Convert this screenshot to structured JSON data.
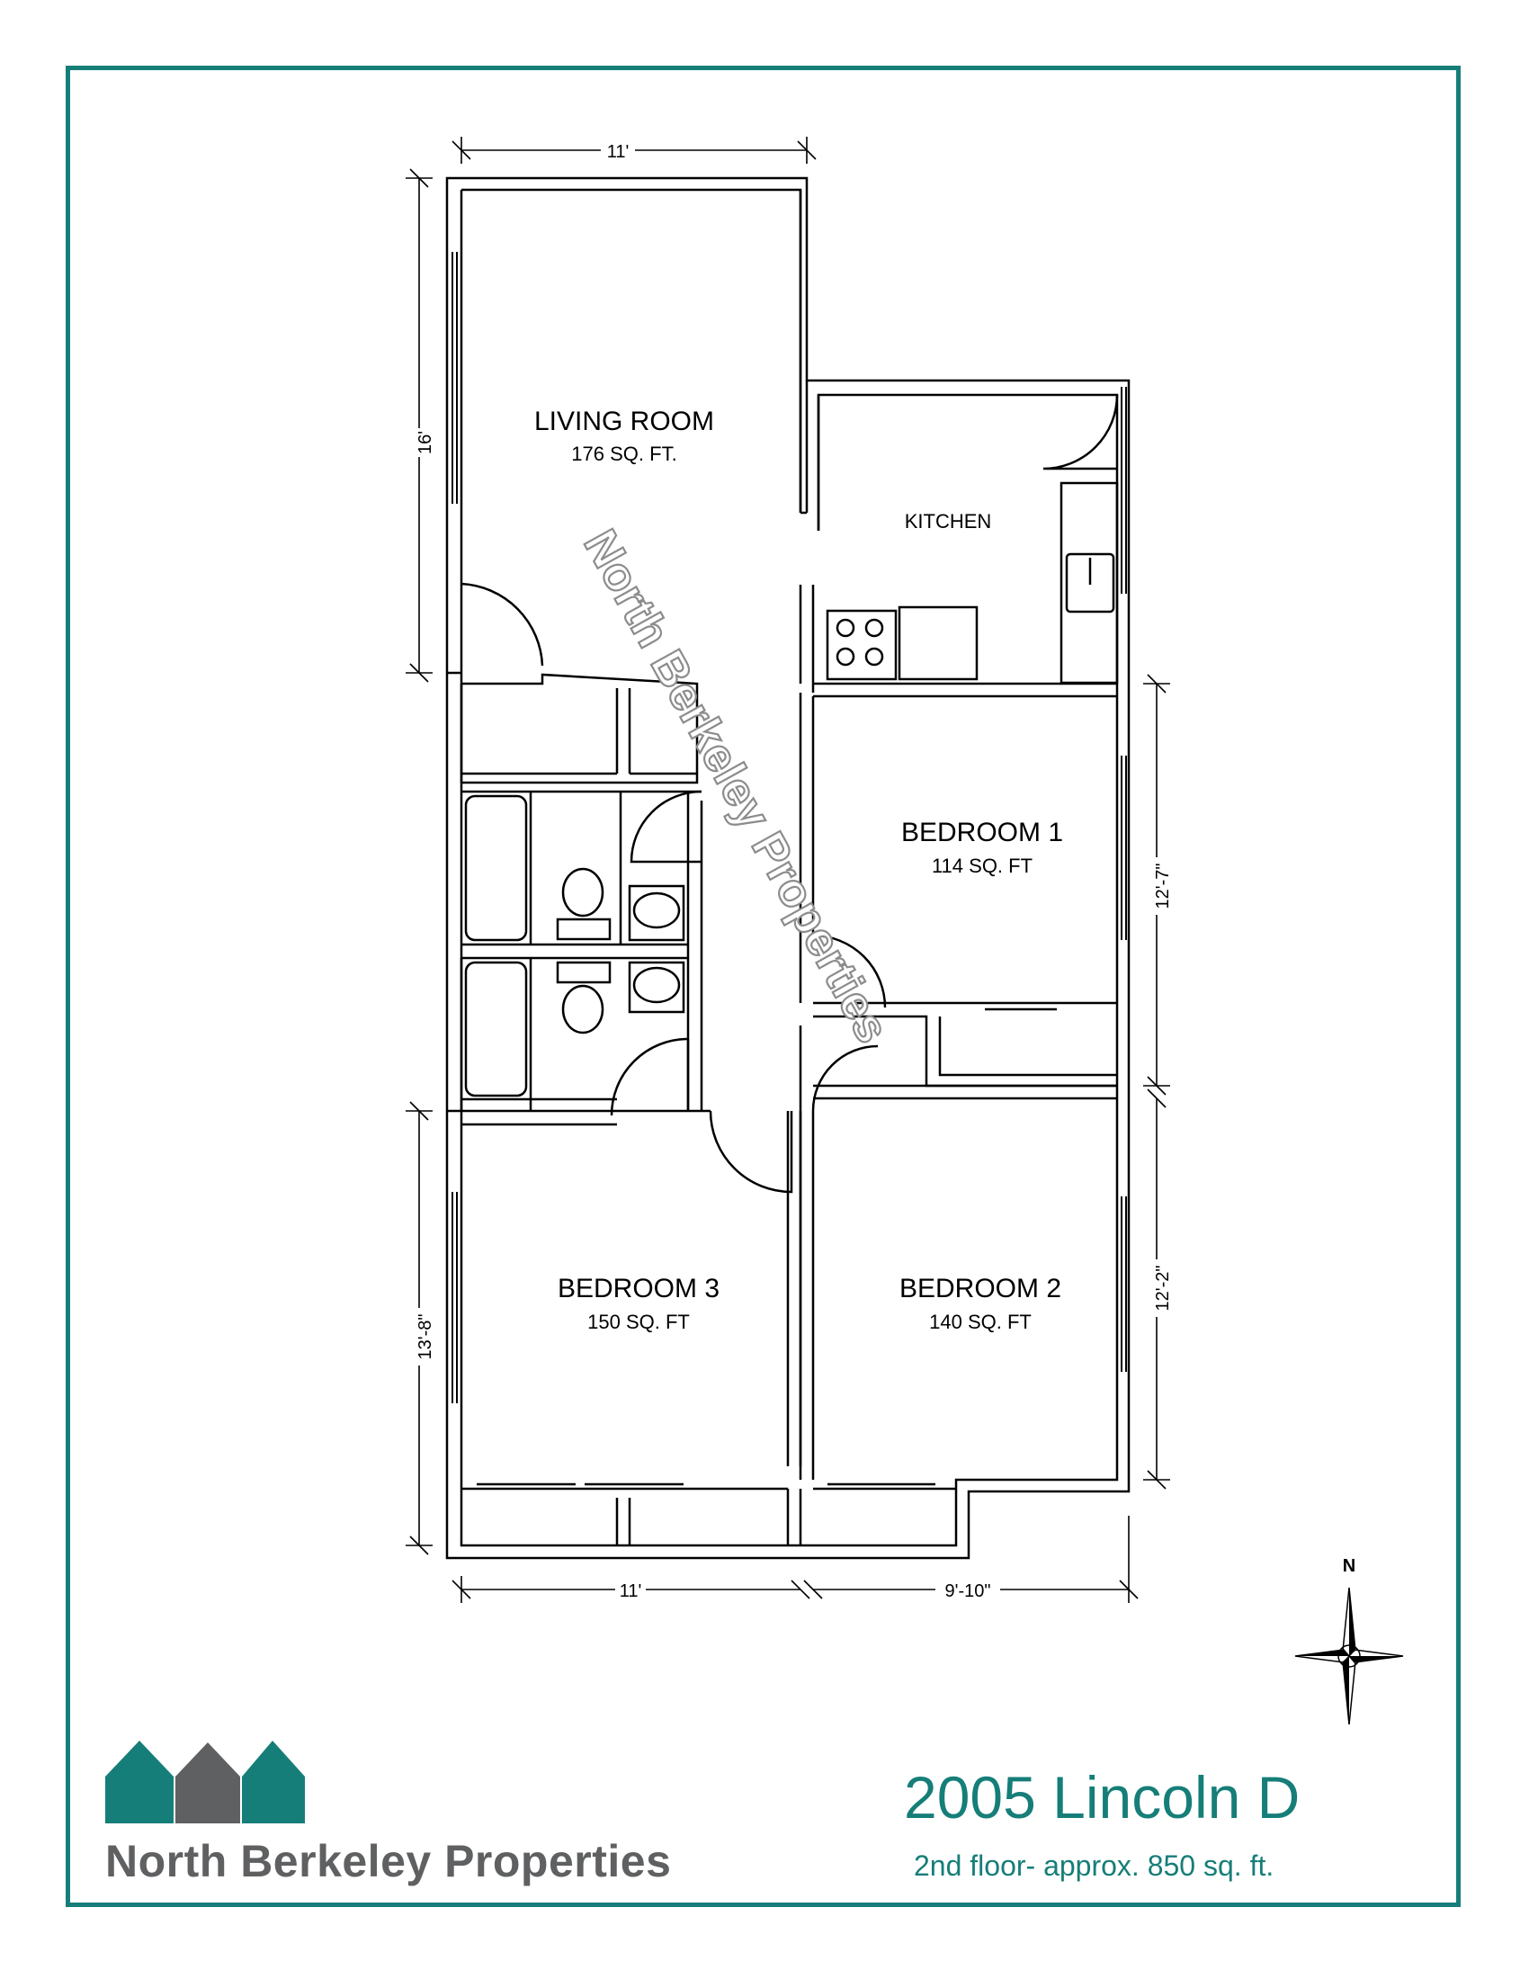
{
  "rooms": {
    "living_room": {
      "label": "LIVING ROOM",
      "area": "176 SQ. FT."
    },
    "kitchen": {
      "label": "KITCHEN"
    },
    "bedroom_1": {
      "label": "BEDROOM 1",
      "area": "114 SQ. FT"
    },
    "bedroom_2": {
      "label": "BEDROOM 2",
      "area": "140 SQ. FT"
    },
    "bedroom_3": {
      "label": "BEDROOM 3",
      "area": "150 SQ. FT"
    }
  },
  "dimensions": {
    "top_width": "11'",
    "living_height": "16'",
    "bedroom1_height": "12'-7\"",
    "bedroom2_height": "12'-2\"",
    "bedroom3_height": "13'-8\"",
    "bottom_left_width": "11'",
    "bottom_right_width": "9'-10\""
  },
  "watermark": "North Berkeley Properties",
  "compass": {
    "north_label": "N"
  },
  "footer": {
    "company": "North Berkeley Properties",
    "address": "2005 Lincoln D",
    "subtitle": "2nd floor- approx. 850 sq. ft."
  },
  "colors": {
    "brand_teal": "#167e78",
    "brand_gray": "#5f6062"
  }
}
